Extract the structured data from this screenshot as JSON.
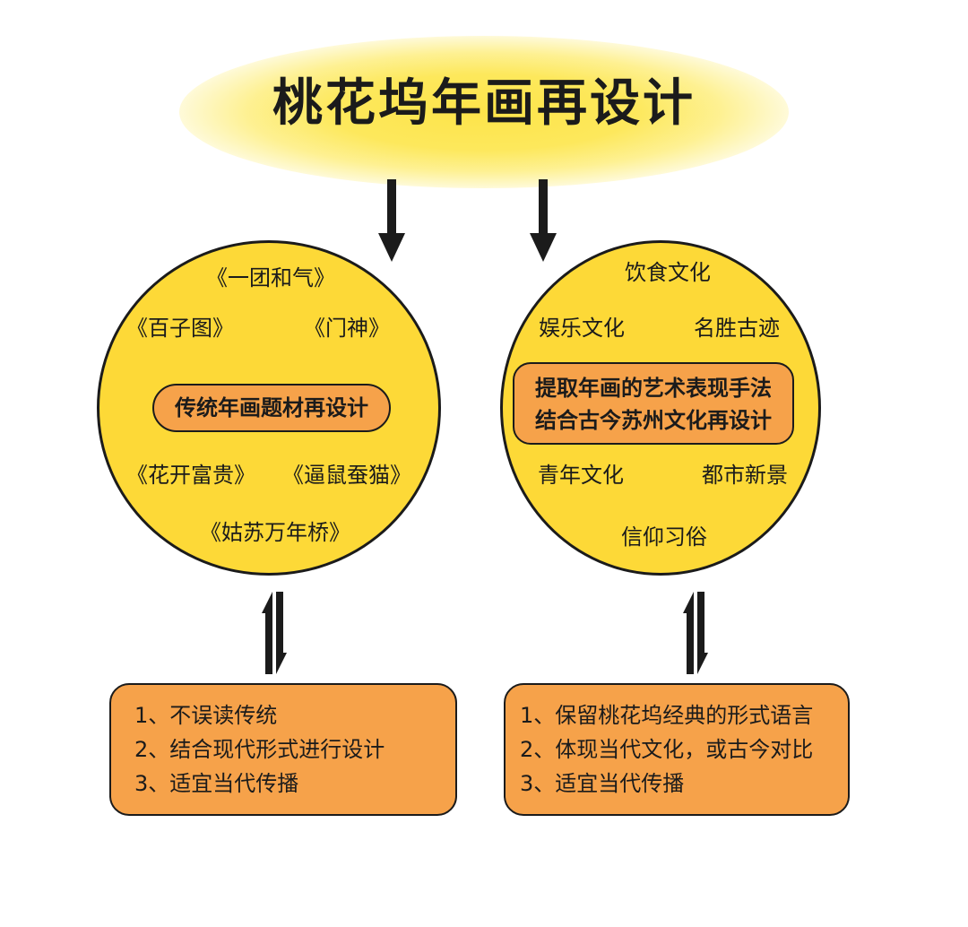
{
  "title": "桃花坞年画再设计",
  "left_circle": {
    "items": [
      "《一团和气》",
      "《百子图》",
      "《门神》",
      "《花开富贵》",
      "《逼鼠蚕猫》",
      "《姑苏万年桥》"
    ],
    "center": "传统年画题材再设计"
  },
  "right_circle": {
    "items": [
      "饮食文化",
      "娱乐文化",
      "名胜古迹",
      "青年文化",
      "都市新景",
      "信仰习俗"
    ],
    "center_lines": [
      "提取年画的艺术表现手法",
      "结合古今苏州文化再设计"
    ]
  },
  "left_box": {
    "lines": [
      "1、不误读传统",
      "2、结合现代形式进行设计",
      "3、适宜当代传播"
    ]
  },
  "right_box": {
    "lines": [
      "1、保留桃花坞经典的形式语言",
      "2、体现当代文化，或古今对比",
      "3、适宜当代传播"
    ]
  },
  "colors": {
    "circle_fill": "#fdd937",
    "pill_fill": "#f6a24a",
    "outline": "#1b1b1b",
    "glow": "#fde44a"
  }
}
